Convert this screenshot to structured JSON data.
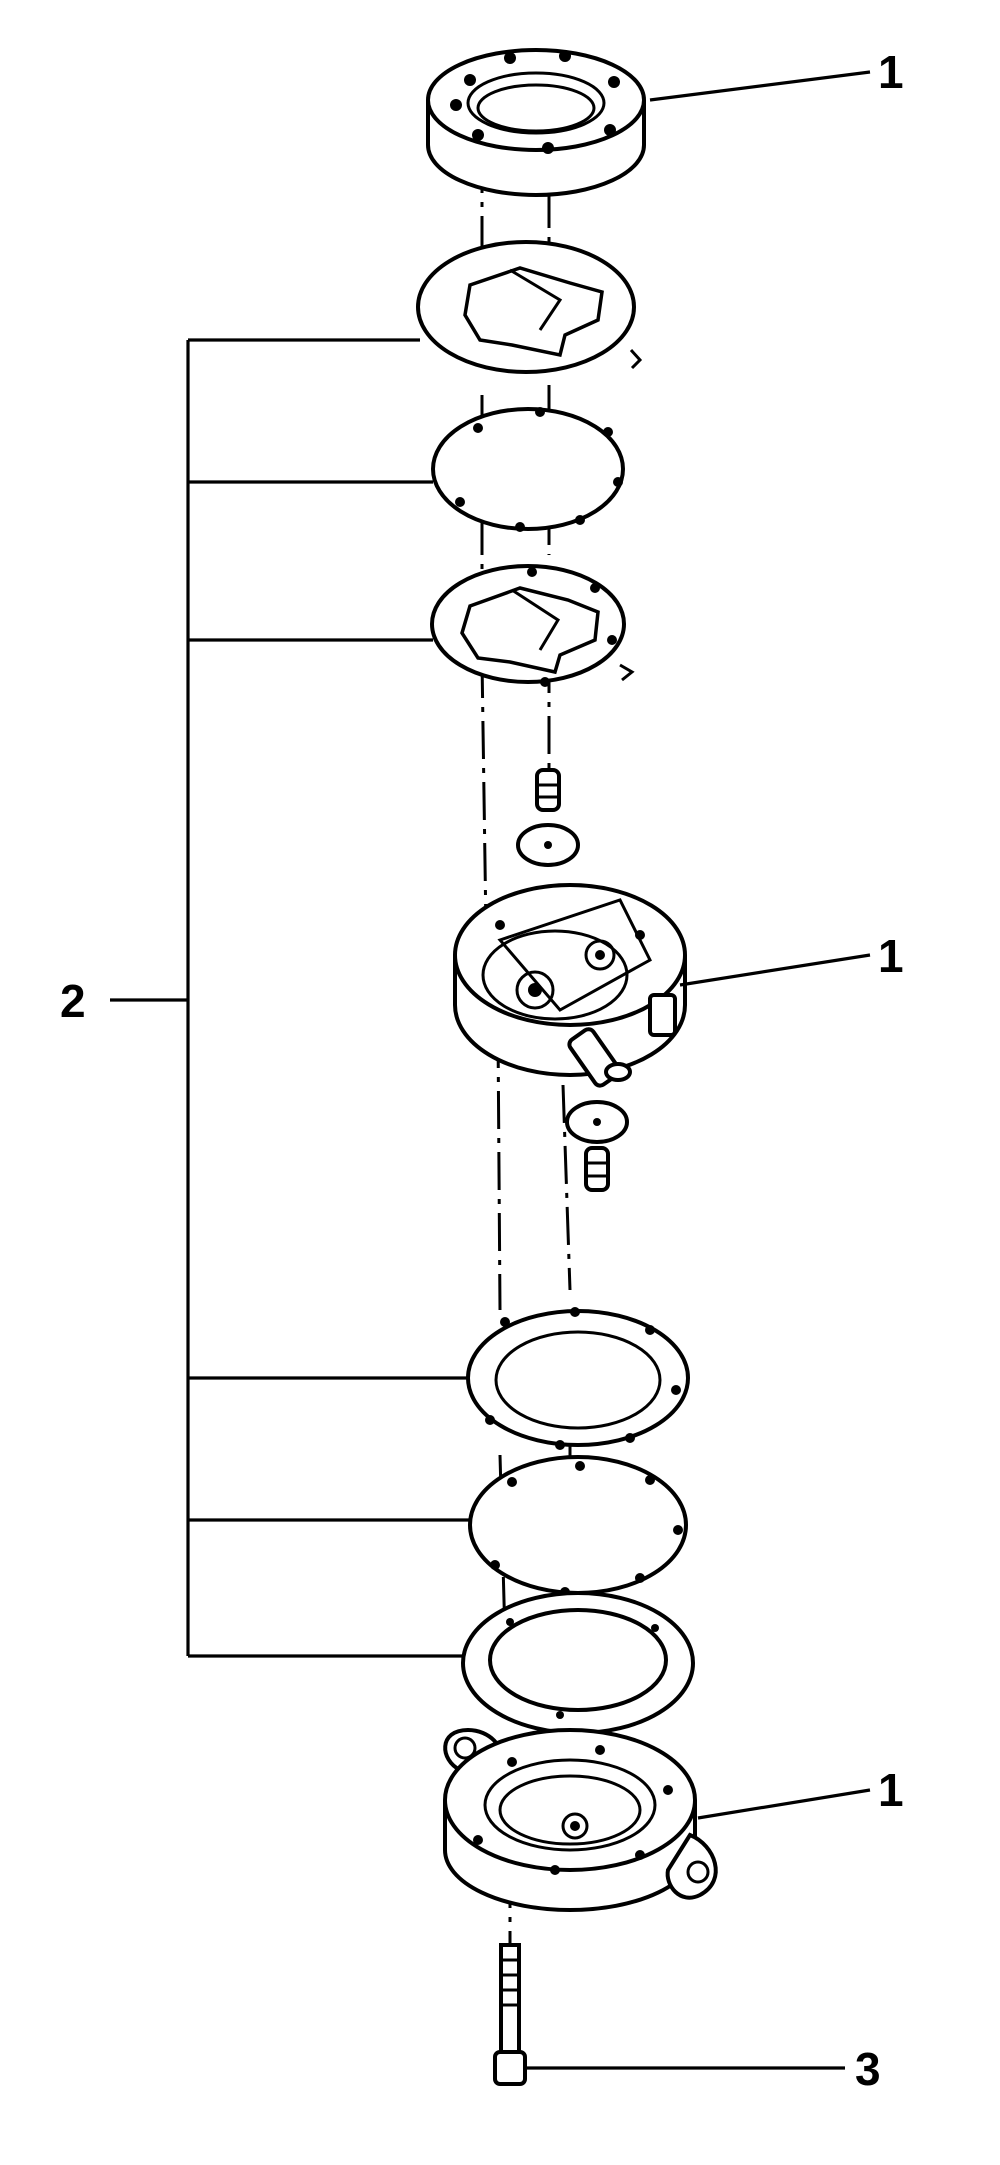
{
  "callouts": {
    "upper_cover": "1",
    "pump_body": "1",
    "lower_cover": "1",
    "gasket_kit": "2",
    "screw": "3"
  },
  "colors": {
    "ink": "#000000",
    "paper": "#ffffff"
  }
}
